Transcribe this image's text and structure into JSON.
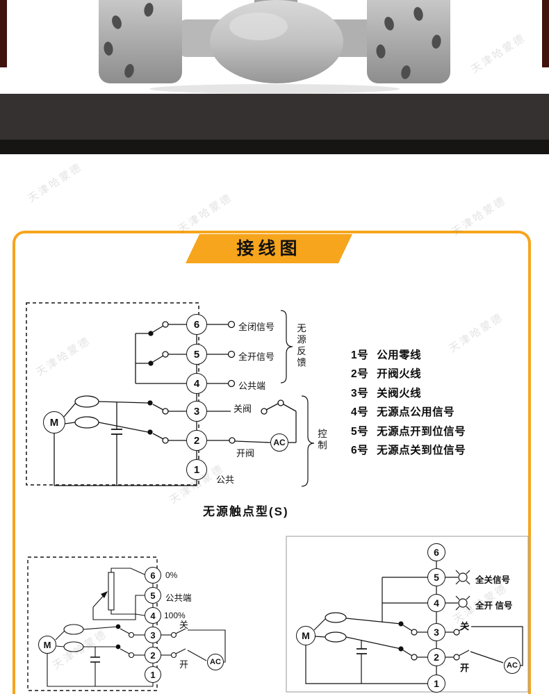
{
  "watermark": {
    "text": "天津哈蒙德"
  },
  "banner": {
    "title": "接线图"
  },
  "colors": {
    "accent": "#F6A51D",
    "band_dark": "#343130",
    "band_darker": "#171514",
    "corner_strip": "#42120d"
  },
  "main_diagram": {
    "motor": "M",
    "ac": "AC",
    "terminals": [
      "6",
      "5",
      "4",
      "3",
      "2",
      "1"
    ],
    "labels": {
      "closed_signal": "全闭信号",
      "open_signal": "全开信号",
      "common_terminal": "公共端",
      "close_valve": "关阀",
      "open_valve": "开阀",
      "common": "公共"
    },
    "bracket_feedback": "无源反馈",
    "bracket_control": "控制",
    "caption": "无源触点型(S)"
  },
  "terminal_notes": [
    {
      "no": "1号",
      "desc": "公用零线"
    },
    {
      "no": "2号",
      "desc": "开阀火线"
    },
    {
      "no": "3号",
      "desc": "关阀火线"
    },
    {
      "no": "4号",
      "desc": "无源点公用信号"
    },
    {
      "no": "5号",
      "desc": "无源点开到位信号"
    },
    {
      "no": "6号",
      "desc": "无源点关到位信号"
    }
  ],
  "left_diagram": {
    "motor": "M",
    "ac": "AC",
    "terminals": [
      "6",
      "5",
      "4",
      "3",
      "2",
      "1"
    ],
    "labels": {
      "zero": "0%",
      "common_terminal": "公共端",
      "hundred": "100%",
      "close": "关",
      "open": "开"
    }
  },
  "right_diagram": {
    "motor": "M",
    "ac": "AC",
    "terminals": [
      "6",
      "5",
      "4",
      "3",
      "2",
      "1"
    ],
    "labels": {
      "all_closed": "全关信号",
      "all_open": "全开 信号",
      "close": "关",
      "open": "开"
    }
  }
}
